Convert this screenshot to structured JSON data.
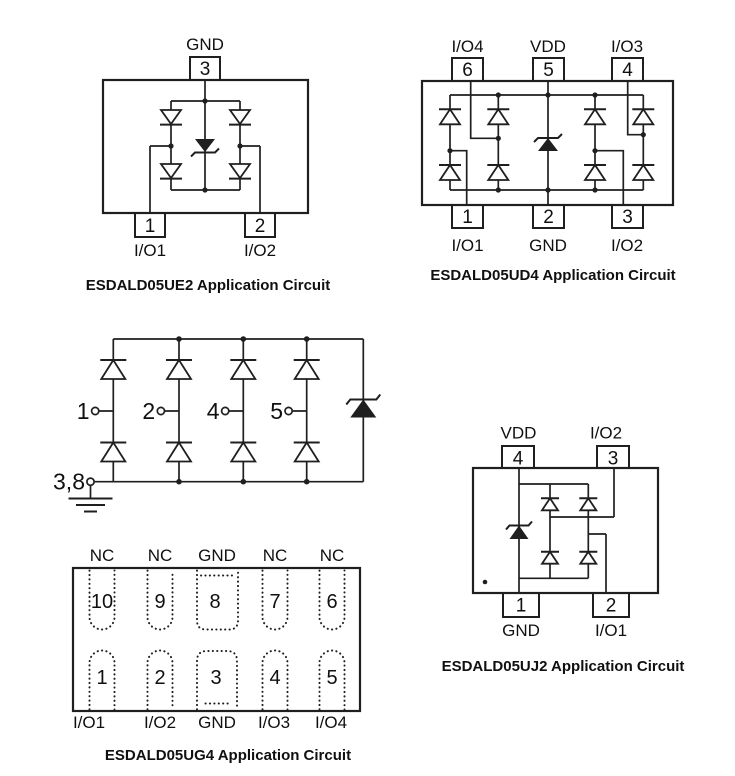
{
  "page": {
    "background_color": "#ffffff",
    "line_color": "#1f1f1f"
  },
  "circuits": {
    "ue2": {
      "title": "ESDALD05UE2 Application Circuit",
      "top_pins": [
        {
          "num": "3",
          "label": "GND"
        }
      ],
      "bottom_pins": [
        {
          "num": "1",
          "label": "I/O1"
        },
        {
          "num": "2",
          "label": "I/O2"
        }
      ]
    },
    "ud4": {
      "title": "ESDALD05UD4 Application Circuit",
      "top_pins": [
        {
          "num": "6",
          "label": "I/O4"
        },
        {
          "num": "5",
          "label": "VDD"
        },
        {
          "num": "4",
          "label": "I/O3"
        }
      ],
      "bottom_pins": [
        {
          "num": "1",
          "label": "I/O1"
        },
        {
          "num": "2",
          "label": "GND"
        },
        {
          "num": "3",
          "label": "I/O2"
        }
      ]
    },
    "schematic": {
      "terminals": [
        "1",
        "2",
        "4",
        "5"
      ],
      "ground_terminal": "3,8"
    },
    "ug4": {
      "title": "ESDALD05UG4 Application Circuit",
      "top_labels": [
        "NC",
        "NC",
        "GND",
        "NC",
        "NC"
      ],
      "top_pad_numbers": [
        "10",
        "9",
        "8",
        "7",
        "6"
      ],
      "bottom_pad_numbers": [
        "1",
        "2",
        "3",
        "4",
        "5"
      ],
      "bottom_labels": [
        "I/O1",
        "I/O2",
        "GND",
        "I/O3",
        "I/O4"
      ]
    },
    "uj2": {
      "title": "ESDALD05UJ2 Application Circuit",
      "top_pins": [
        {
          "num": "4",
          "label": "VDD"
        },
        {
          "num": "3",
          "label": "I/O2"
        }
      ],
      "bottom_pins": [
        {
          "num": "1",
          "label": "GND"
        },
        {
          "num": "2",
          "label": "I/O1"
        }
      ]
    }
  }
}
